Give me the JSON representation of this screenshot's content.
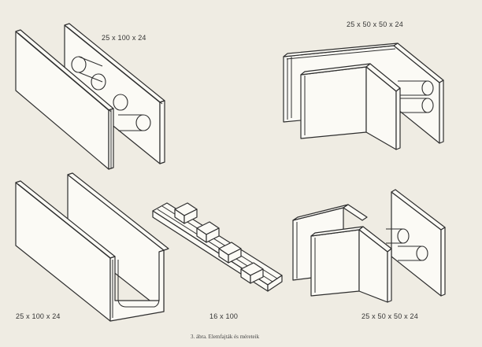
{
  "labels": {
    "top_left": "25 x 100 x 24",
    "top_right": "25 x 50 x 50 x 24",
    "bottom_left": "25 x 100 x 24",
    "bottom_center": "16 x 100",
    "bottom_right": "25 x 50 x 50 x 24"
  },
  "caption": "3. ábra. Elemfajták és méreteik"
}
